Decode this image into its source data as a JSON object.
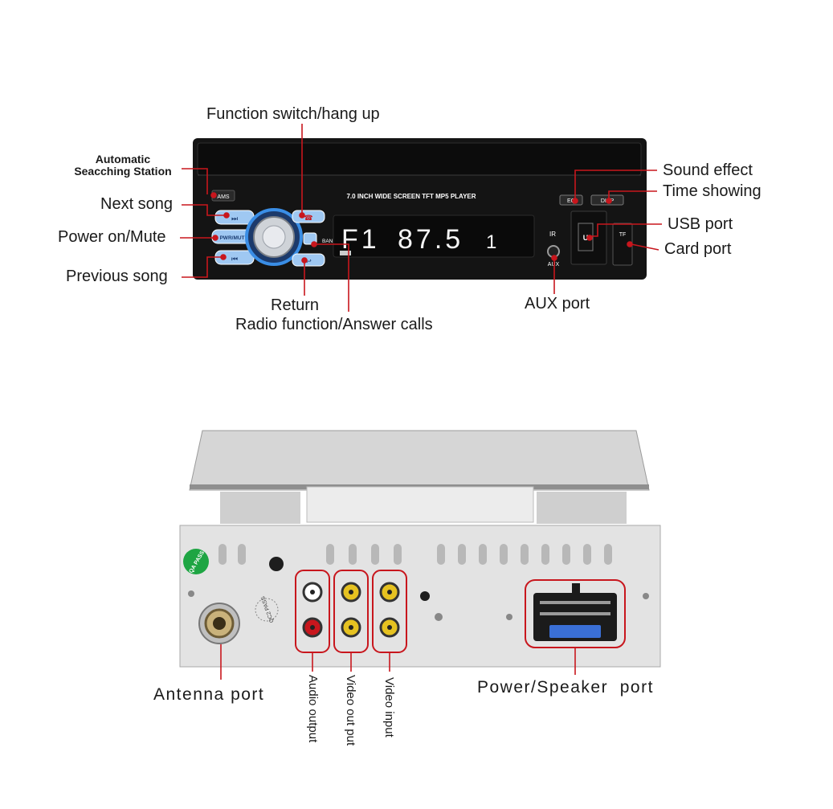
{
  "front_panel": {
    "banner_text": "7.0 INCH WIDE SCREEN TFT  MP5  PLAYER",
    "display": {
      "band": "F1",
      "frequency": "87.5",
      "preset": "1"
    },
    "buttons": {
      "ams": "AMS",
      "pwr": "PWR/MUT",
      "band": "BAND",
      "eq": "EQ",
      "disp": "DISP",
      "ir": "IR",
      "aux": "AUX",
      "usb": "U",
      "tf": "TF"
    },
    "labels": {
      "function_switch": "Function switch/hang up",
      "auto_search": "Automatic Seacching Station",
      "next_song": "Next song",
      "power_mute": "Power on/Mute",
      "previous_song": "Previous song",
      "return": "Return",
      "radio_function": "Radio function/Answer calls",
      "aux_port": "AUX port",
      "sound_effect": "Sound effect",
      "time_showing": "Time showing",
      "usb_port": "USB port",
      "card_port": "Card port"
    }
  },
  "rear_panel": {
    "qa_badge": "QA PASS",
    "qc2_badge": "QC2 PASS",
    "labels": {
      "antenna_port": "Antenna port",
      "audio_output": "Audio output",
      "video_out_put": "Video out put",
      "video_input": "Video input",
      "power_speaker_port": "Power/Speaker  port"
    }
  },
  "colors": {
    "callout": "#c8161d",
    "unit_body": "#141414",
    "display_glow": "#f5f5f5",
    "knob_ring": "#3a8ee6",
    "metal": "#dcdcdc",
    "rca_yellow": "#e6c220",
    "rca_red": "#c8161d",
    "qa_green": "#1ea543"
  }
}
